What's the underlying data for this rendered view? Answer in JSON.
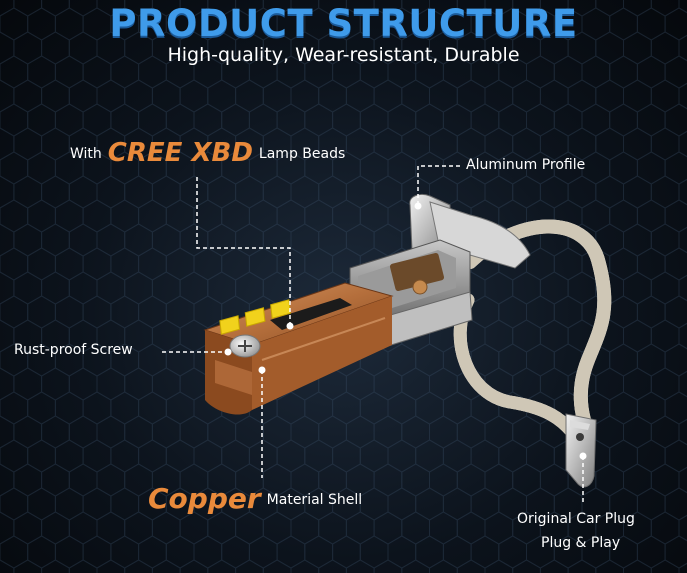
{
  "header": {
    "title": "PRODUCT STRUCTURE",
    "subtitle": "High-quality, Wear-resistant, Durable"
  },
  "callouts": {
    "cree": {
      "prefix": "With",
      "highlight": "CREE XBD",
      "suffix": "Lamp Beads"
    },
    "aluminum": {
      "text": "Aluminum Profile"
    },
    "screw": {
      "text": "Rust-proof Screw"
    },
    "copper": {
      "highlight": "Copper",
      "suffix": "Material Shell"
    },
    "plug": {
      "line1": "Original Car Plug",
      "line2": "Plug & Play"
    }
  },
  "colors": {
    "title_blue": "#3f9bea",
    "accent_orange": "#e98a3b",
    "copper": "#b9743f",
    "led_yellow": "#f1d21c",
    "background": "#0c131c"
  }
}
